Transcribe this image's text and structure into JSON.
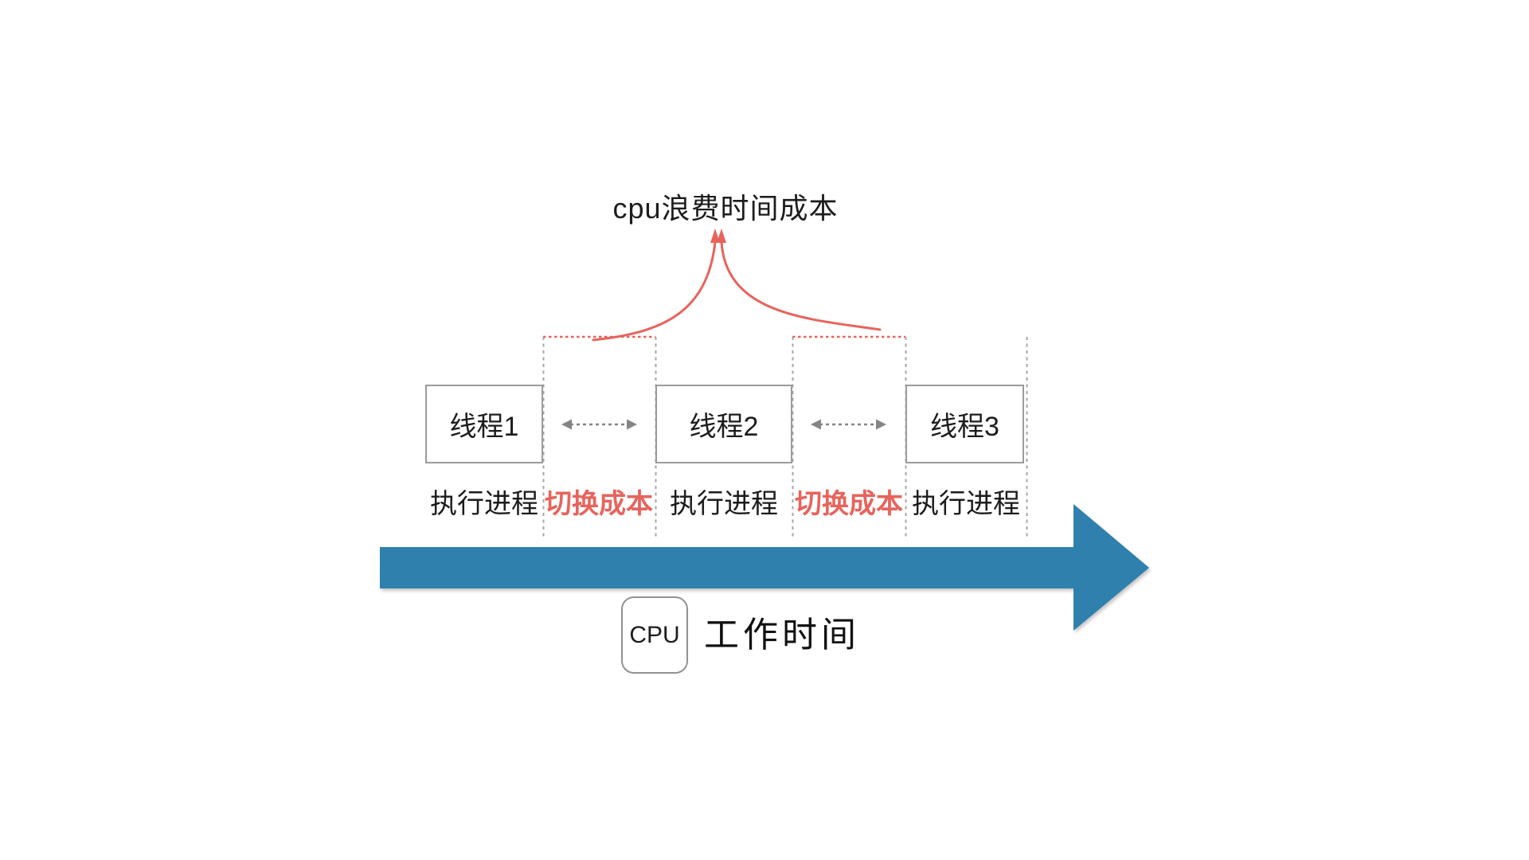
{
  "colors": {
    "red": "#e8635c",
    "blue": "#2f80ad",
    "box-border": "#9b9b9b",
    "dash-gray": "#a6a6a6",
    "arrow-gray": "#858585",
    "text": "#1c1c1c"
  },
  "title": "cpu浪费时间成本",
  "threads": [
    {
      "label": "线程1"
    },
    {
      "label": "线程2"
    },
    {
      "label": "线程3"
    }
  ],
  "segments": [
    {
      "text": "执行进程"
    },
    {
      "text": "切换成本"
    },
    {
      "text": "执行进程"
    },
    {
      "text": "切换成本"
    },
    {
      "text": "执行进程"
    }
  ],
  "cpu": {
    "badge": "CPU",
    "timeline_label": "工作时间"
  }
}
